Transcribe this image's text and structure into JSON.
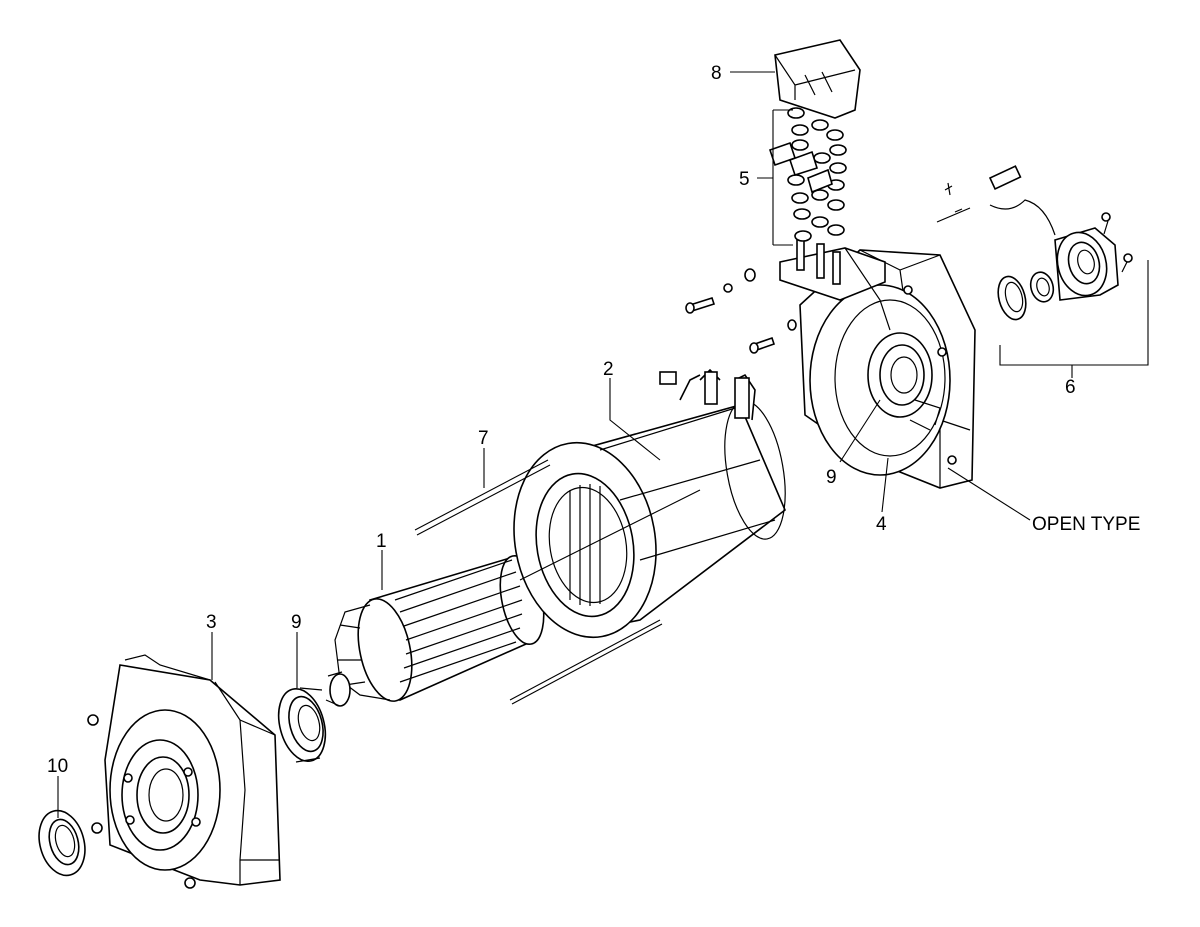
{
  "callouts": {
    "c1": "1",
    "c2": "2",
    "c3": "3",
    "c4": "4",
    "c5": "5",
    "c6": "6",
    "c7": "7",
    "c8": "8",
    "c9a": "9",
    "c9b": "9",
    "c10": "10",
    "open_type": "OPEN TYPE"
  }
}
